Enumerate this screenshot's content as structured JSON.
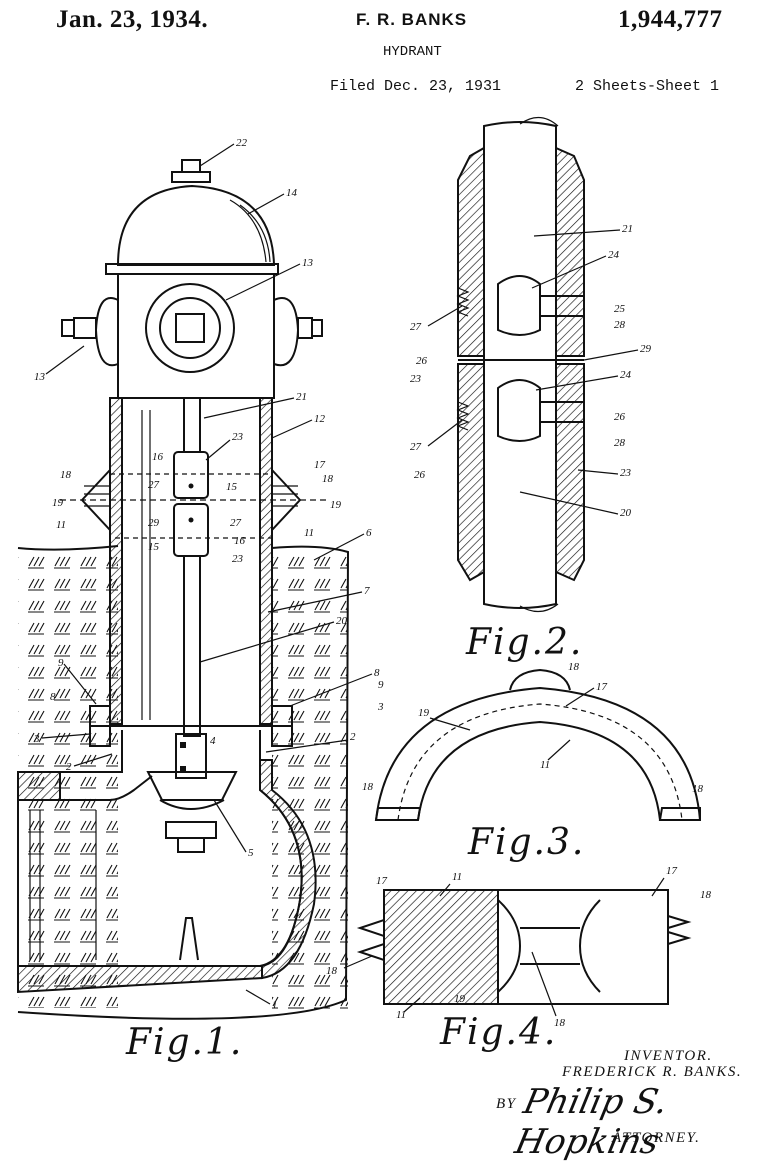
{
  "header": {
    "date": "Jan. 23, 1934.",
    "inventor_header": "F. R. BANKS",
    "patent_number": "1,944,777",
    "title": "HYDRANT",
    "filed": "Filed Dec. 23, 1931",
    "sheets": "2 Sheets-Sheet 1"
  },
  "figures": {
    "fig1": "Fig.1.",
    "fig2": "Fig.2.",
    "fig3": "Fig.3.",
    "fig4": "Fig.4."
  },
  "reference_numerals": {
    "fig1": [
      "22",
      "14",
      "13",
      "13",
      "21",
      "12",
      "23",
      "16",
      "17",
      "18",
      "18",
      "19",
      "19",
      "27",
      "15",
      "11",
      "29",
      "27",
      "16",
      "11",
      "15",
      "23",
      "6",
      "7",
      "20",
      "9",
      "8",
      "3",
      "8",
      "9",
      "3",
      "4",
      "2",
      "2",
      "5",
      "1"
    ],
    "fig2": [
      "21",
      "24",
      "25",
      "27",
      "28",
      "26",
      "29",
      "23",
      "24",
      "26",
      "27",
      "28",
      "26",
      "23",
      "20"
    ],
    "fig3": [
      "18",
      "17",
      "19",
      "11",
      "18",
      "18"
    ],
    "fig4": [
      "17",
      "11",
      "17",
      "18",
      "18",
      "11",
      "19",
      "18"
    ]
  },
  "signature": {
    "inventor_label": "INVENTOR.",
    "inventor_name": "FREDERICK R. BANKS.",
    "by": "BY",
    "attorney_signature": "Philip S. Hopkins",
    "attorney_label": "ATTORNEY."
  }
}
